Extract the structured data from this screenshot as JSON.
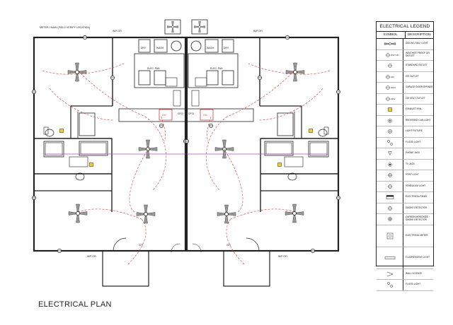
{
  "title": "ELECTRICAL PLAN",
  "meter_note": "METER / MAIN (FIELD VERIFY LOCATION)",
  "plan_labels": {
    "elec_pan_left": "ELEC. PAN",
    "elec_pan_right": "ELEC. PAN",
    "dryer_left": "DRY",
    "washer_left": "WASH",
    "dryer_right": "DRY",
    "washer_right": "WASH",
    "dw_left": "DW",
    "dw_right": "DW",
    "gfci": "GFCI",
    "wp_gfi": "W/P GFI",
    "gfi": "GFI"
  },
  "legend": {
    "title": "ELECTRICAL LEGEND",
    "col_symbol": "SYMBOL",
    "col_description": "DESCRIPTION",
    "items": [
      {
        "icon": "ceiling-fan-icon",
        "desc": "CEILING FAN / LIGHT",
        "sym_text": ""
      },
      {
        "icon": "weatherproof-outlet-icon",
        "desc": "WEATHER PROOF GFI OUTLET",
        "sym_text": "W/P GFI"
      },
      {
        "icon": "standard-outlet-icon",
        "desc": "STANDARD OUTLET",
        "sym_text": ""
      },
      {
        "icon": "gfi-outlet-icon",
        "desc": "GFI OUTLET",
        "sym_text": "GFI"
      },
      {
        "icon": "garage-door-opener-icon",
        "desc": "GARAGE DOOR OPENER",
        "sym_text": "GDO"
      },
      {
        "icon": "220v-outlet-icon",
        "desc": "220 VOLT OUTLET",
        "sym_text": "220v"
      },
      {
        "icon": "exhaust-fan-icon",
        "desc": "EXHAUST FAN",
        "sym_text": ""
      },
      {
        "icon": "recessed-can-light-icon",
        "desc": "RECESSED CAN LIGHT",
        "sym_text": ""
      },
      {
        "icon": "light-fixture-icon",
        "desc": "LIGHT FIXTURE",
        "sym_text": ""
      },
      {
        "icon": "flood-light-icon",
        "desc": "FLOOD LIGHT",
        "sym_text": ""
      },
      {
        "icon": "phone-jack-icon",
        "desc": "PHONE JACK",
        "sym_text": ""
      },
      {
        "icon": "tv-jack-icon",
        "desc": "TV JACK",
        "sym_text": ""
      },
      {
        "icon": "post-light-icon",
        "desc": "POST LIGHT",
        "sym_text": ""
      },
      {
        "icon": "pendulum-light-icon",
        "desc": "PENDULUM LIGHT",
        "sym_text": ""
      },
      {
        "icon": "electrical-panel-icon",
        "desc": "ELECTRICAL PANEL",
        "sym_text": ""
      },
      {
        "icon": "smoke-detector-icon",
        "desc": "SMOKE DETECTOR",
        "sym_text": ""
      },
      {
        "icon": "carbon-monoxide-detector-icon",
        "desc": "CARBON MONOXIDE / SMOKE DETECTOR",
        "sym_text": ""
      },
      {
        "icon": "electrical-meter-icon",
        "desc": "ELECTRICAL METER",
        "sym_text": ""
      },
      {
        "icon": "fluorescent-light-icon",
        "desc": "FLUORESCENT LIGHT",
        "sym_text": ""
      },
      {
        "icon": "wall-sconce-icon",
        "desc": "WALL SCONCE",
        "sym_text": ""
      },
      {
        "icon": "flood-light-icon",
        "desc": "FLOOD LIGHT",
        "sym_text": ""
      }
    ]
  },
  "colors": {
    "wall": "#222222",
    "circuit": "#d9534f",
    "lowvolt": "#c040c0",
    "smoke": "#f2d21b"
  }
}
